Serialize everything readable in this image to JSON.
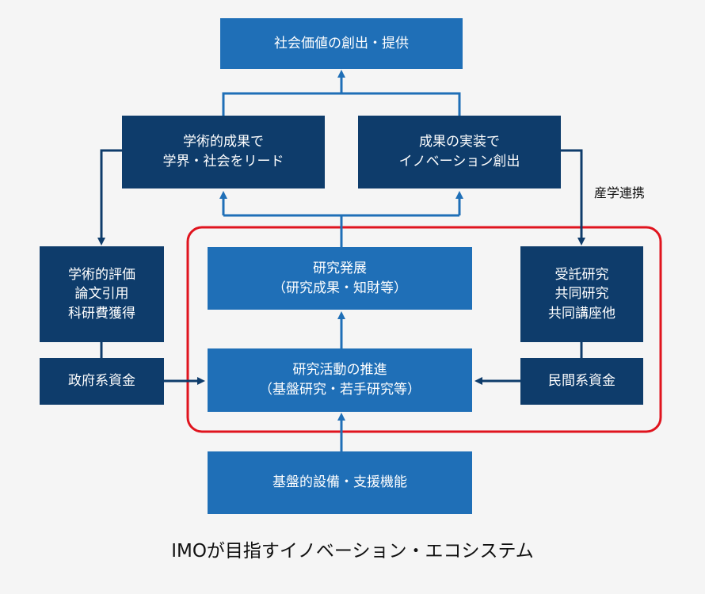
{
  "nodes": {
    "social_value": "社会価値の創出・提供",
    "academic_results": "学術的成果で\n学界・社会をリード",
    "implementation": "成果の実装で\nイノベーション創出",
    "academic_eval": "学術的評価\n論文引用\n科研費獲得",
    "gov_funds": "政府系資金",
    "research_dev": "研究発展\n（研究成果・知財等）",
    "research_promo": "研究活動の推進\n（基盤研究・若手研究等）",
    "contract_research": "受託研究\n共同研究\n共同講座他",
    "private_funds": "民間系資金",
    "infrastructure": "基盤的設備・支援機能"
  },
  "labels": {
    "industry_academia": "産学連携"
  },
  "caption": "IMOが目指すイノベーション・エコシステム",
  "colors": {
    "box_light": "#1f6fb7",
    "box_dark": "#0e3c6b",
    "connector": "#1f6fb7",
    "connector_dark": "#0e3c6b",
    "highlight_frame": "#e0141e"
  }
}
